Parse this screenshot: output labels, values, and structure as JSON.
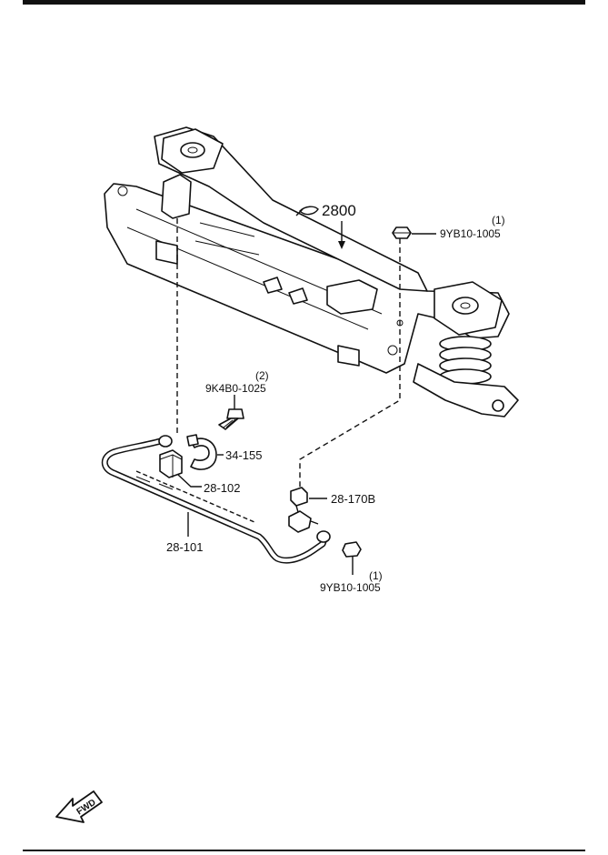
{
  "callouts": {
    "crossmember": "2800",
    "nut_top_code": "9YB10-1005",
    "nut_top_qty": "(1)",
    "bolt_code": "9K4B0-1025",
    "bolt_qty": "(2)",
    "bracket": "34-155",
    "bushing": "28-102",
    "link": "28-170B",
    "bar": "28-101",
    "nut_bottom_code": "9YB10-1005",
    "nut_bottom_qty": "(1)"
  },
  "fwd_label": "FWD"
}
